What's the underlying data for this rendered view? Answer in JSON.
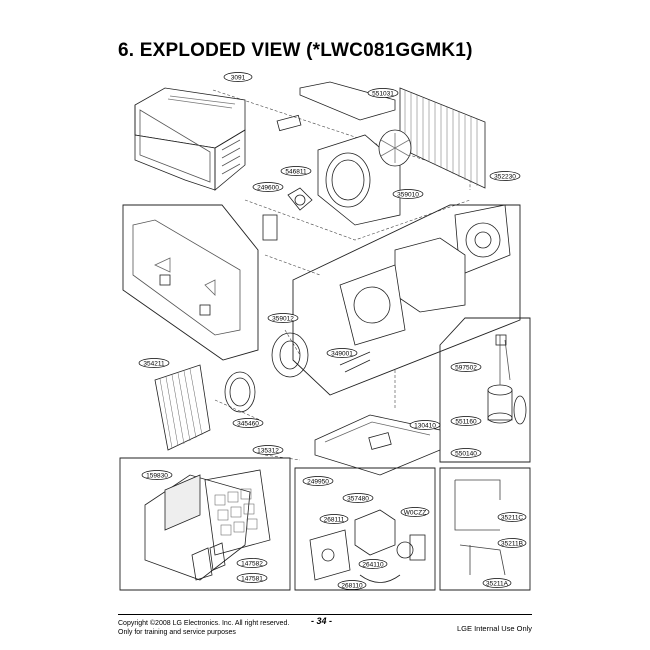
{
  "page": {
    "title": "6. EXPLODED VIEW (*LWC081GGMK1)",
    "footer": {
      "copyright": "Copyright ©2008 LG Electronics. Inc. All right reserved.",
      "purpose": "Only for training and service purposes",
      "page_number": "- 34 -",
      "internal": "LGE Internal Use Only"
    }
  },
  "parts": [
    {
      "id": "cabinet",
      "label": "3091"
    },
    {
      "id": "condenser",
      "label": "551031"
    },
    {
      "id": "motor",
      "label": "546811"
    },
    {
      "id": "bracket",
      "label": "249600"
    },
    {
      "id": "shroud",
      "label": "359010"
    },
    {
      "id": "barrier",
      "label": "352230"
    },
    {
      "id": "blower",
      "label": "359012"
    },
    {
      "id": "motor-mount",
      "label": "349001"
    },
    {
      "id": "evaporator",
      "label": "354211"
    },
    {
      "id": "orifice",
      "label": "345460"
    },
    {
      "id": "capillary",
      "label": "597502"
    },
    {
      "id": "compressor",
      "label": "551160"
    },
    {
      "id": "comp-mount",
      "label": "550140"
    },
    {
      "id": "base",
      "label": "130410"
    },
    {
      "id": "front-grille",
      "label": "135312"
    },
    {
      "id": "filter",
      "label": "159830"
    },
    {
      "id": "louver-1",
      "label": "147582"
    },
    {
      "id": "louver-2",
      "label": "147581"
    },
    {
      "id": "control-box",
      "label": "249950"
    },
    {
      "id": "control-cover",
      "label": "357480"
    },
    {
      "id": "switch",
      "label": "268111"
    },
    {
      "id": "thermostat",
      "label": "W0CZZ"
    },
    {
      "id": "capacitor",
      "label": "264110"
    },
    {
      "id": "cord",
      "label": "268110"
    },
    {
      "id": "tube-1",
      "label": "35211C"
    },
    {
      "id": "tube-2",
      "label": "35211B"
    },
    {
      "id": "tube-3",
      "label": "35211A"
    }
  ]
}
